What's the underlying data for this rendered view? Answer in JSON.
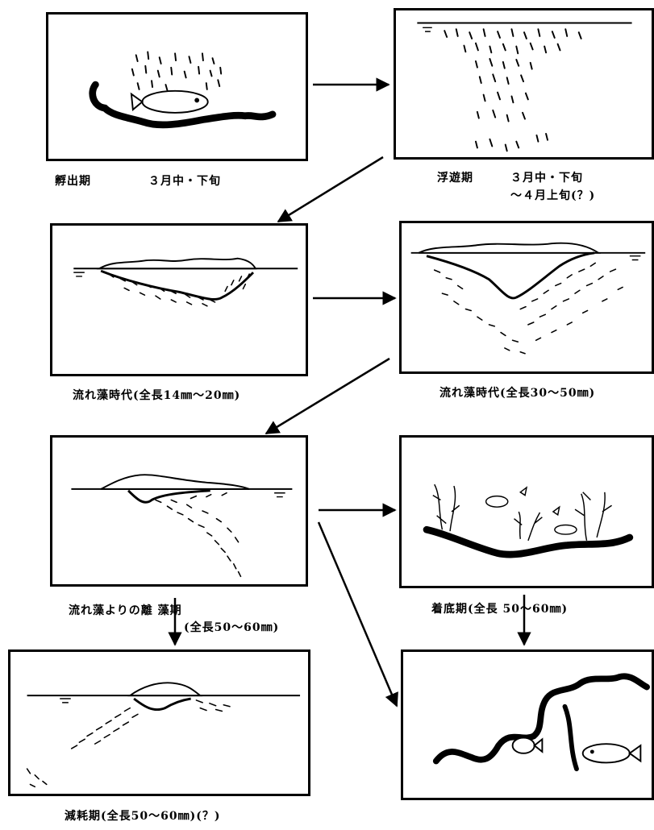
{
  "stages": {
    "hatching": {
      "name": "孵出期",
      "period": "３月中・下旬"
    },
    "floating": {
      "name": "浮遊期",
      "period_line1": "３月中・下旬",
      "period_line2": "～４月上旬(？)"
    },
    "drift_algae_small": {
      "label": "流れ藻時代(全長14㎜～20㎜)"
    },
    "drift_algae_large": {
      "label": "流れ藻時代(全長30～50㎜)"
    },
    "leaving_algae": {
      "label": "流れ藻よりの離 藻期",
      "size": "(全長50～60㎜)"
    },
    "settling": {
      "label": "着底期(全長 50～60㎜)"
    },
    "depletion": {
      "label": "減耗期(全長50～60㎜)(？)"
    }
  }
}
